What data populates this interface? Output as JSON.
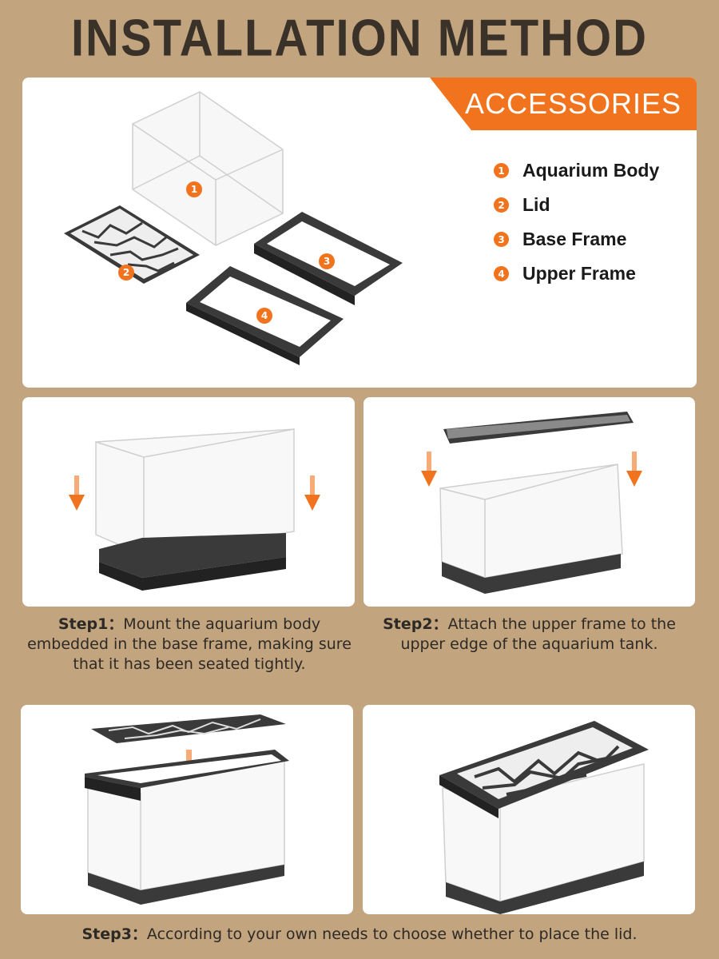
{
  "title": "INSTALLATION METHOD",
  "accessories": {
    "heading": "ACCESSORIES",
    "items": [
      {
        "num": "1",
        "label": "Aquarium Body"
      },
      {
        "num": "2",
        "label": "Lid"
      },
      {
        "num": "3",
        "label": "Base Frame"
      },
      {
        "num": "4",
        "label": "Upper Frame"
      }
    ]
  },
  "steps": [
    {
      "label": "Step1：",
      "text": "Mount the aquarium body embedded in the base frame, making sure that it has been seated tightly."
    },
    {
      "label": "Step2：",
      "text": "Attach the upper frame to the upper edge of the aquarium tank."
    },
    {
      "label": "Step3：",
      "text": "According to your own needs to choose whether to place the lid."
    }
  ],
  "colors": {
    "accent": "#f2731d",
    "background": "#c2a47f",
    "frame": "#3a3a3a"
  }
}
